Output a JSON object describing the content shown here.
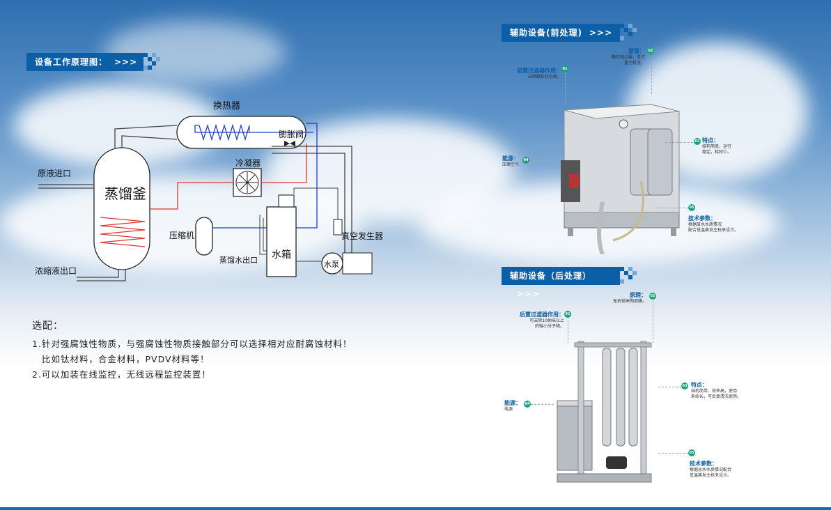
{
  "left": {
    "section_title": "设备工作原理图：",
    "section_arrow": ">>>",
    "diagram": {
      "heat_exchanger": "换热器",
      "expansion_valve": "膨胀阀",
      "condenser": "冷凝器",
      "raw_inlet": "原液进口",
      "still": "蒸馏釜",
      "compressor": "压缩机",
      "conc_outlet": "浓缩液出口",
      "distilled_outlet": "蒸馏水出口",
      "tank": "水箱",
      "pump": "水泵",
      "vacuum": "真空发生器"
    },
    "notes": {
      "title": "选配：",
      "line1": "1.针对强腐蚀性物质，与强腐蚀性物质接触部分可以选择相对应耐腐蚀材料！",
      "line2": "比如钛材料，合金材料，PVDV材料等！",
      "line3": "2.可以加装在线监控，无线远程监控装置！"
    }
  },
  "pre": {
    "section_title": "辅助设备(前处理)",
    "section_arrow": ">>>",
    "c01_title": "前置过滤器作用：",
    "c01_text": "去除颗粒状杂质。",
    "c02_title": "原理：",
    "c02_text1": "颗粒物拦截，单式",
    "c02_text2": "重力排渣。",
    "c03_title": "特点：",
    "c03_text1": "结构简单，运行",
    "c03_text2": "稳定，耗材少。",
    "c04_title": "能源：",
    "c04_text": "压缩空气",
    "c05_title": "技术参数：",
    "c05_text1": "根据废水水质情况",
    "c05_text2": "配合低温蒸发主机来设计。",
    "n01": "01",
    "n02": "02",
    "n03": "03",
    "n04": "04",
    "n05": "05"
  },
  "post": {
    "section_title": "辅助设备（后处理）",
    "section_arrow": ">>>",
    "c01_title": "后置过滤器作用：",
    "c01_text1": "可去除10纳米以上",
    "c01_text2": "的微小分子物。",
    "c02_title": "原理：",
    "c02_text": "无机钠米陶瓷膜。",
    "c03_title": "特点：",
    "c03_text1": "结构简单，效率高，使用",
    "c03_text2": "寿命长，可反复清洗使用。",
    "c04_title": "能源：",
    "c04_text": "电源",
    "c05_title": "技术参数：",
    "c05_text1": "根据总水水质情况配合",
    "c05_text2": "低温蒸发主机来设计。",
    "n01": "01",
    "n02": "02",
    "n03": "03",
    "n04": "04",
    "n05": "05"
  }
}
